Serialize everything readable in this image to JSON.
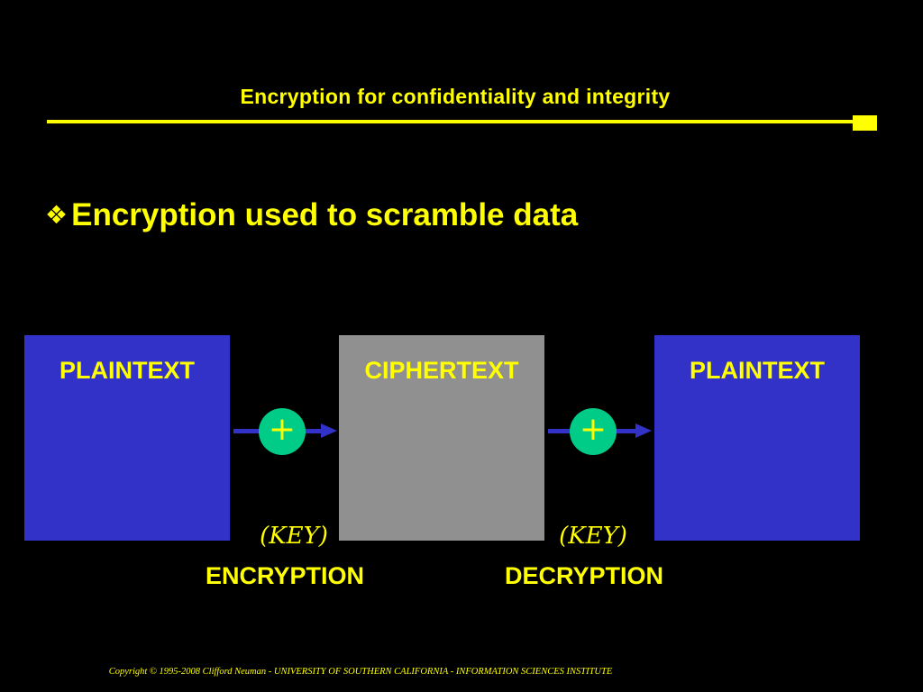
{
  "slide": {
    "title": "Encryption for confidentiality and integrity",
    "bullet": "Encryption used to scramble data",
    "bullet_icon": "❖",
    "copyright": "Copyright © 1995-2008 Clifford Neuman  - UNIVERSITY OF SOUTHERN CALIFORNIA - INFORMATION SCIENCES INSTITUTE"
  },
  "diagram": {
    "boxes": [
      {
        "label": "PLAINTEXT",
        "color": "#3232c8"
      },
      {
        "label": "CIPHERTEXT",
        "color": "#909090"
      },
      {
        "label": "PLAINTEXT",
        "color": "#3232c8"
      }
    ],
    "operators": [
      "+",
      "+"
    ],
    "keys": [
      "(KEY)",
      "(KEY)"
    ],
    "steps": [
      "ENCRYPTION",
      "DECRYPTION"
    ]
  },
  "colors": {
    "background": "#000000",
    "text": "#ffff00",
    "arrow": "#3232c8",
    "operator": "#00cc88"
  }
}
